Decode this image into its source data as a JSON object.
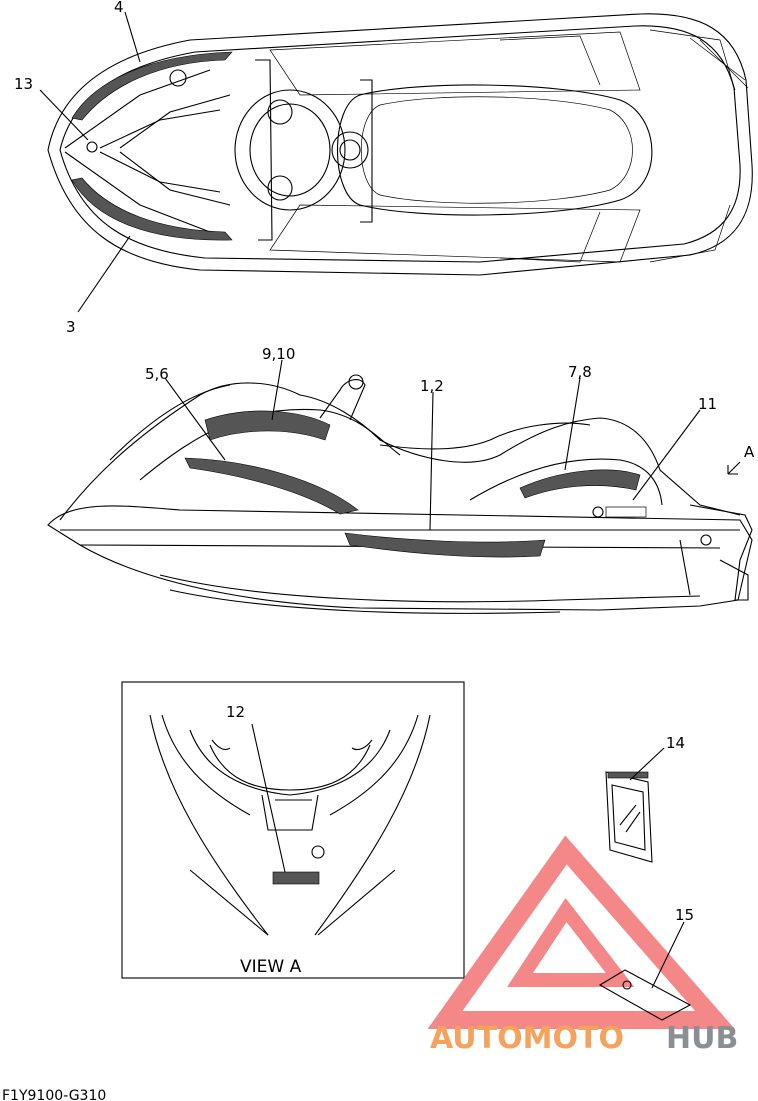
{
  "callouts": {
    "c4": "4",
    "c13": "13",
    "c3": "3",
    "c9_10": "9,10",
    "c5_6": "5,6",
    "c1_2": "1,2",
    "c7_8": "7,8",
    "c11": "11",
    "cA": "A",
    "c12": "12",
    "c14": "14",
    "c15": "15"
  },
  "view_label": "VIEW A",
  "diagram_code": "F1Y9100-G310",
  "watermark": {
    "part1": "AUTOMOTO",
    "part2": "HUB"
  },
  "colors": {
    "line": "#000000",
    "watermark_red": "#f06060",
    "watermark_orange": "#f4a25c",
    "watermark_gray": "#8b8f94"
  }
}
